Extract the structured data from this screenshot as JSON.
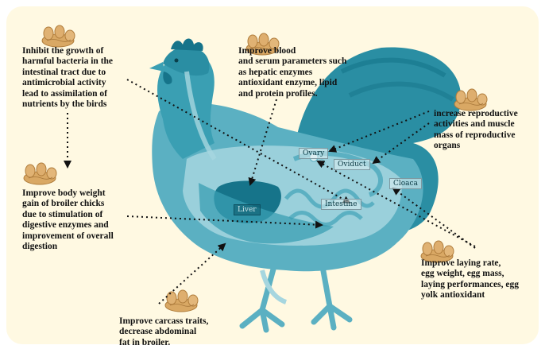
{
  "colors": {
    "panel_background": "#fff9e2",
    "hen_light": "#a6d6df",
    "hen_mid": "#5bb0c2",
    "hen_dark": "#2a8ea3",
    "hen_darker": "#16748a",
    "ginger": "#d9a864",
    "arrow": "#111111"
  },
  "icons": [
    "ginger-root-icon"
  ],
  "annotations": {
    "antimicrobial": "Inhibit the growth of\nharmful bacteria in the\nintestinal tract due to\nantimicrobial activity\nlead to assimilation of\nnutrients by the birds",
    "blood": "Improve blood\nand serum parameters such\nas hepatic enzymes\nantioxidant enzyme, lipid\nand protein profiles.",
    "reproductive": "increase reproductive\nactivities and muscle\nmass of reproductive\norgans",
    "body_weight": "Improve body weight\ngain of broiler chicks\ndue to stimulation of\ndigestive enzymes and\nimprovement of overall\ndigestion",
    "laying": "Improve laying rate,\negg weight, egg mass,\nlaying performances, egg\nyolk antioxidant",
    "carcass": "Improve carcass traits,\ndecrease abdominal\nfat in broiler."
  },
  "organ_labels": {
    "ovary": "Ovary",
    "oviduct": "Oviduct",
    "cloaca": "Cloaca",
    "liver": "Liver",
    "intestine": "Intestine"
  }
}
